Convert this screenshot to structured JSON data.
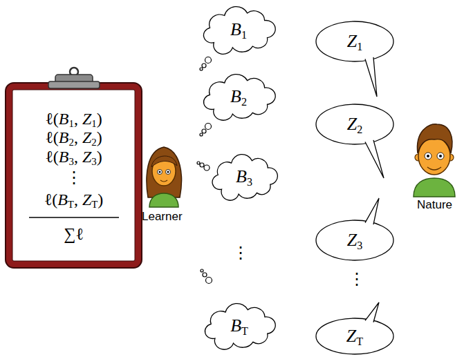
{
  "diagram": {
    "nodes": [
      {
        "text": [
          "ℓ(B1, Z1)",
          "ℓ(B2, Z2)",
          "ℓ(B3, Z3)",
          "⋮",
          "ℓ(BT, ZT)",
          "∑ℓ"
        ]
      },
      {
        "text": [
          "B1"
        ]
      },
      {
        "text": [
          "B2"
        ]
      },
      {
        "text": [
          "B3"
        ]
      },
      {
        "text": [
          "BT"
        ]
      },
      {
        "text": [
          "Z1"
        ]
      },
      {
        "text": [
          "Z2"
        ]
      },
      {
        "text": [
          "Z3"
        ]
      },
      {
        "text": [
          "ZT"
        ]
      }
    ],
    "labels": [
      "Learner",
      "Nature",
      "⋮",
      "⋮"
    ]
  }
}
